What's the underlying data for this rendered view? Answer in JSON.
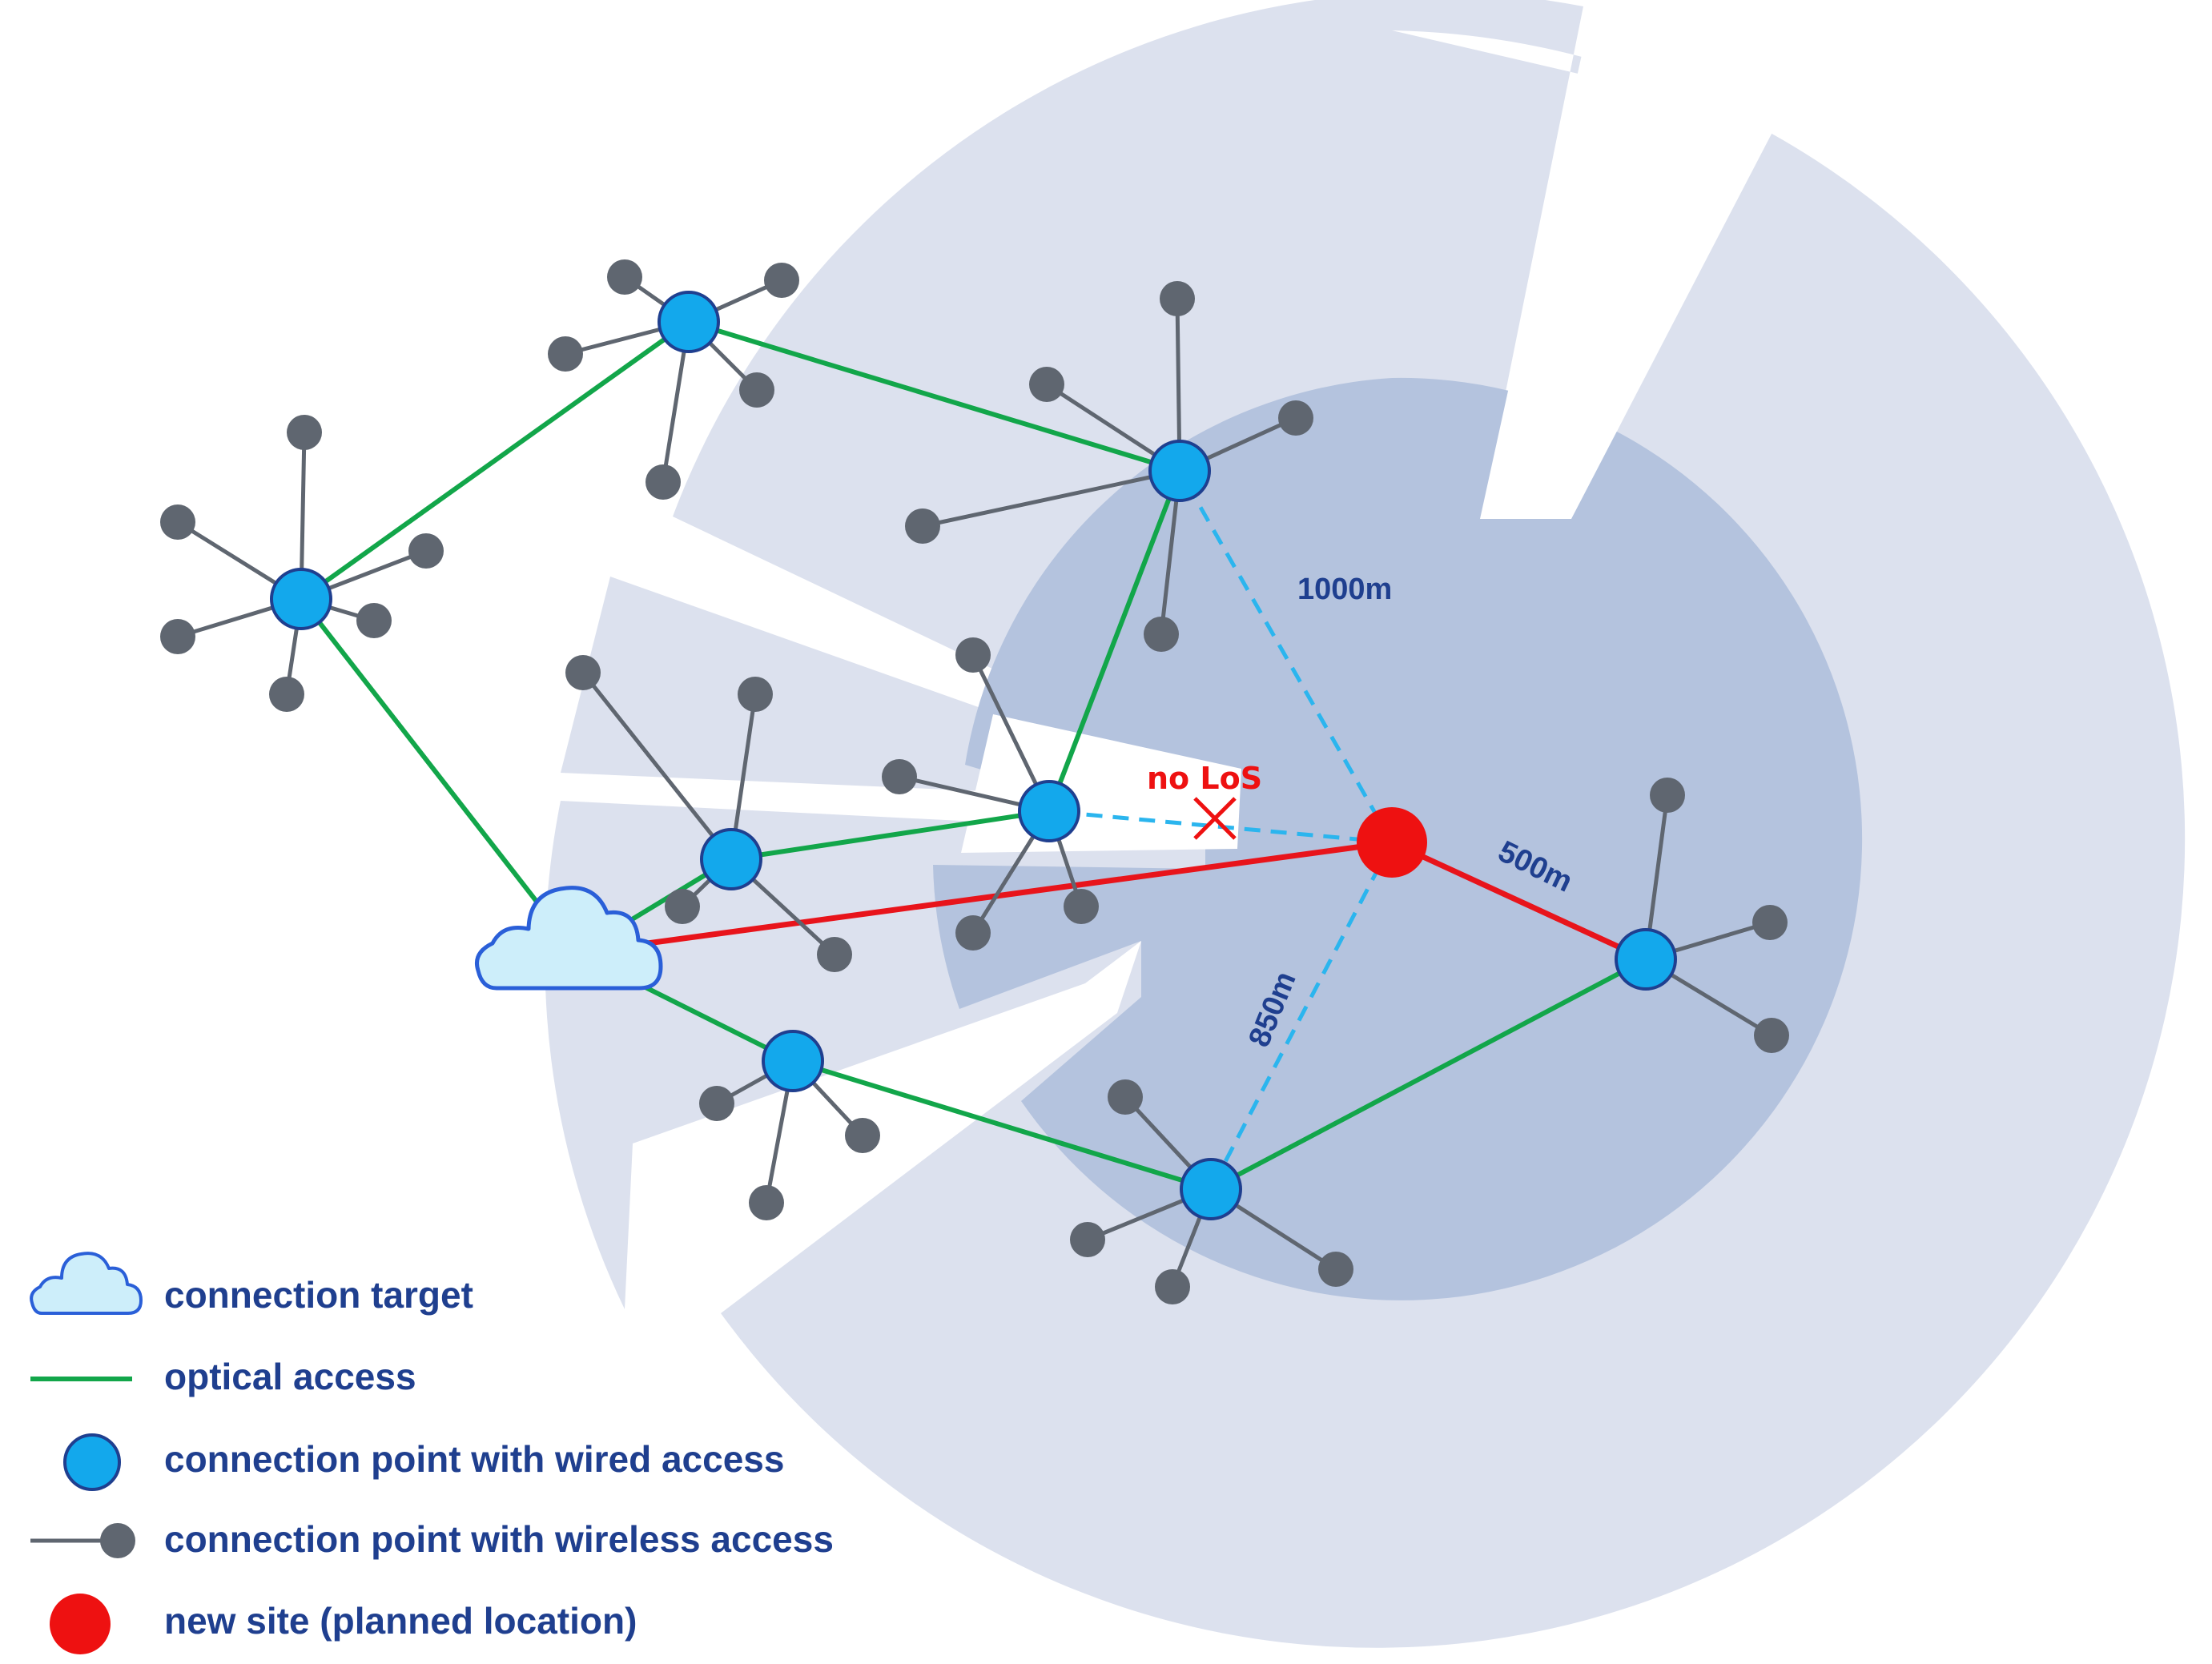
{
  "colors": {
    "outer_zone": "#dce1ee",
    "inner_zone": "#b4c3de",
    "optical_link": "#12a64a",
    "planned_link": "#e8141b",
    "radio_path": "#2bb5ee",
    "wired_node_fill": "#13a8ec",
    "wired_node_stroke": "#1f3f8f",
    "wireless_spoke": "#5f6670",
    "wireless_node": "#5f6670",
    "new_site": "#ee1111",
    "cloud_fill": "#cdeefa",
    "cloud_stroke": "#2a5fd8",
    "label_text": "#1f3f8f",
    "no_los_text": "#ee1111"
  },
  "diagram": {
    "distance_labels": {
      "north": "1000m",
      "east": "500m",
      "south": "850m"
    },
    "no_los_label": "no LoS"
  },
  "legend": {
    "items": [
      {
        "icon": "cloud-icon",
        "label": "connection target"
      },
      {
        "icon": "green-line-icon",
        "label": "optical access"
      },
      {
        "icon": "blue-circle-icon",
        "label": "connection point with wired access"
      },
      {
        "icon": "gray-spoke-icon",
        "label": "connection point with wireless access"
      },
      {
        "icon": "red-dot-icon",
        "label": "new site (planned location)"
      }
    ]
  }
}
